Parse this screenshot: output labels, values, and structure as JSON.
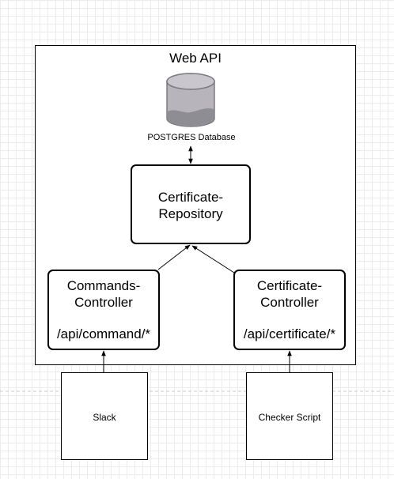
{
  "web_api_label": "Web API",
  "database": {
    "label": "POSTGRES Database"
  },
  "repository": {
    "line1": "Certificate-",
    "line2": "Repository"
  },
  "commands_controller": {
    "line1": "Commands-",
    "line2": "Controller",
    "route": "/api/command/*"
  },
  "certificate_controller": {
    "line1": "Certificate-",
    "line2": "Controller",
    "route": "/api/certificate/*"
  },
  "slack": {
    "label": "Slack"
  },
  "checker_script": {
    "label": "Checker Script"
  },
  "colors": {
    "db_fill": "#b7b5bb",
    "db_dark": "#8f8d94",
    "stroke": "#000000",
    "dashed_line": "#c8c8c8"
  }
}
